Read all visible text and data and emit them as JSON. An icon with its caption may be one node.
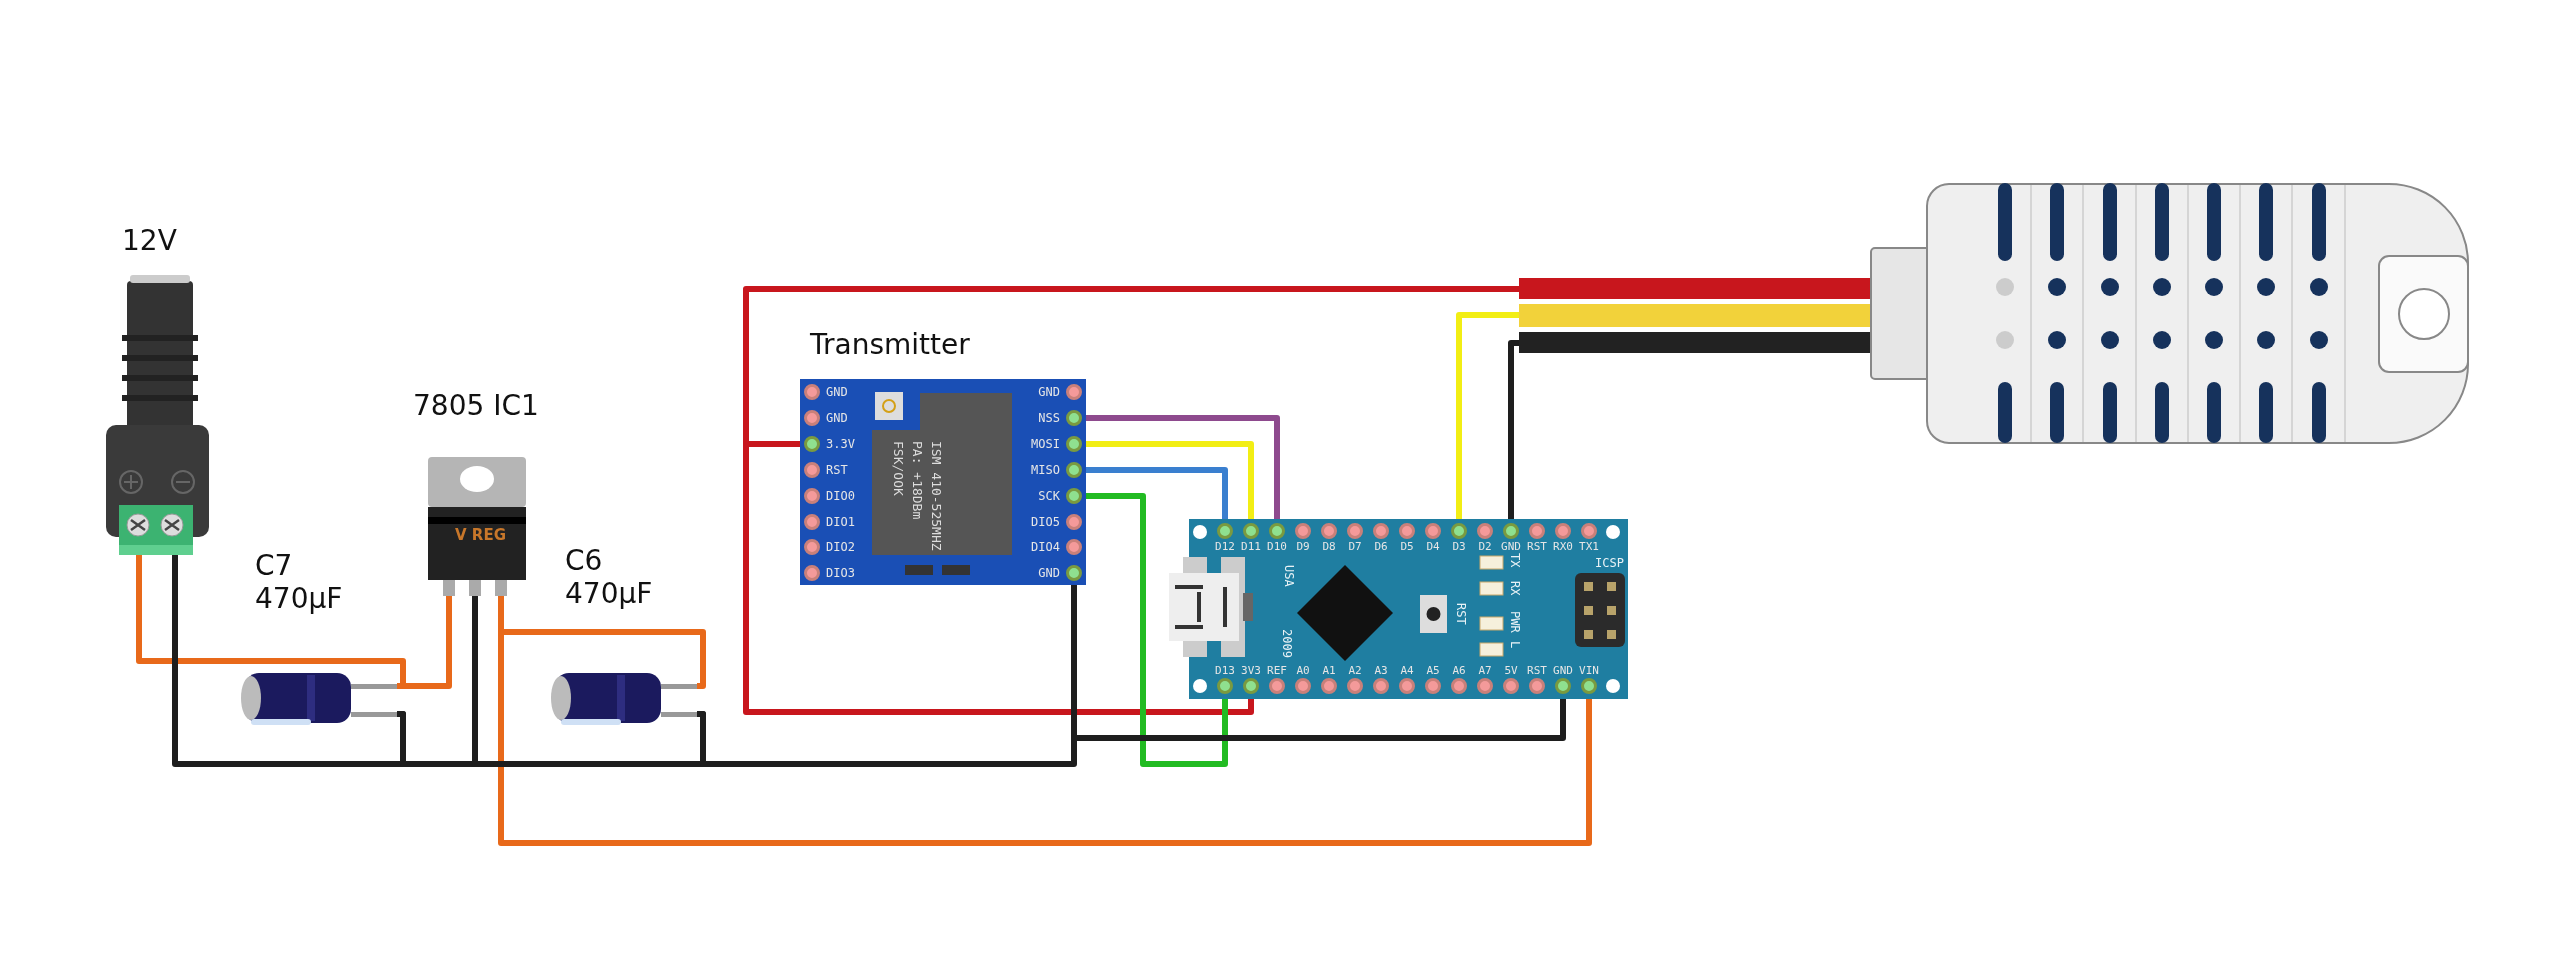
{
  "diagram": {
    "nodes": [
      {
        "text": [
          "12V"
        ]
      },
      {
        "text": [
          "C7",
          "470µF"
        ]
      },
      {
        "text": [
          "7805 IC1",
          "V REG"
        ]
      },
      {
        "text": [
          "C6",
          "470µF"
        ]
      },
      {
        "text": [
          "Transmitter",
          "ISM 410-525MHZ",
          "PA: +18DBm",
          "FSK/OOK"
        ]
      },
      {
        "text": [
          "GND"
        ],
        "in": 4
      },
      {
        "text": [
          "GND"
        ],
        "in": 4
      },
      {
        "text": [
          "3.3V"
        ],
        "in": 4
      },
      {
        "text": [
          "RST"
        ],
        "in": 4
      },
      {
        "text": [
          "DIO0"
        ],
        "in": 4
      },
      {
        "text": [
          "DIO1"
        ],
        "in": 4
      },
      {
        "text": [
          "DIO2"
        ],
        "in": 4
      },
      {
        "text": [
          "DIO3"
        ],
        "in": 4
      },
      {
        "text": [
          "GND"
        ],
        "in": 4
      },
      {
        "text": [
          "NSS"
        ],
        "in": 4
      },
      {
        "text": [
          "MOSI"
        ],
        "in": 4
      },
      {
        "text": [
          "MISO"
        ],
        "in": 4
      },
      {
        "text": [
          "SCK"
        ],
        "in": 4
      },
      {
        "text": [
          "DIO5"
        ],
        "in": 4
      },
      {
        "text": [
          "DIO4"
        ],
        "in": 4
      },
      {
        "text": [
          "GND"
        ],
        "in": 4
      },
      {
        "text": [
          "USA",
          "2009",
          "RST",
          "TX",
          "RX",
          "PWR",
          "L",
          "ICSP"
        ]
      },
      {
        "text": [
          "D12"
        ],
        "in": 21
      },
      {
        "text": [
          "D11"
        ],
        "in": 21
      },
      {
        "text": [
          "D10"
        ],
        "in": 21
      },
      {
        "text": [
          "D9"
        ],
        "in": 21
      },
      {
        "text": [
          "D8"
        ],
        "in": 21
      },
      {
        "text": [
          "D7"
        ],
        "in": 21
      },
      {
        "text": [
          "D6"
        ],
        "in": 21
      },
      {
        "text": [
          "D5"
        ],
        "in": 21
      },
      {
        "text": [
          "D4"
        ],
        "in": 21
      },
      {
        "text": [
          "D3"
        ],
        "in": 21
      },
      {
        "text": [
          "D2"
        ],
        "in": 21
      },
      {
        "text": [
          "GND"
        ],
        "in": 21
      },
      {
        "text": [
          "RST"
        ],
        "in": 21
      },
      {
        "text": [
          "RX0"
        ],
        "in": 21
      },
      {
        "text": [
          "TX1"
        ],
        "in": 21
      },
      {
        "text": [
          "D13"
        ],
        "in": 21
      },
      {
        "text": [
          "3V3"
        ],
        "in": 21
      },
      {
        "text": [
          "REF"
        ],
        "in": 21
      },
      {
        "text": [
          "A0"
        ],
        "in": 21
      },
      {
        "text": [
          "A1"
        ],
        "in": 21
      },
      {
        "text": [
          "A2"
        ],
        "in": 21
      },
      {
        "text": [
          "A3"
        ],
        "in": 21
      },
      {
        "text": [
          "A4"
        ],
        "in": 21
      },
      {
        "text": [
          "A5"
        ],
        "in": 21
      },
      {
        "text": [
          "A6"
        ],
        "in": 21
      },
      {
        "text": [
          "A7"
        ],
        "in": 21
      },
      {
        "text": [
          "5V"
        ],
        "in": 21
      },
      {
        "text": [
          "RST"
        ],
        "in": 21
      },
      {
        "text": [
          "GND"
        ],
        "in": 21
      },
      {
        "text": [
          "VIN"
        ],
        "in": 21
      },
      {
        "text": [],
        "shape": "picture"
      }
    ],
    "edges": [
      {
        "from": 52,
        "to": 7,
        "arrow": "none",
        "color": "#c8161d"
      },
      {
        "from": 7,
        "to": 38,
        "arrow": "none",
        "color": "#c8161d"
      },
      {
        "from": 52,
        "to": 31,
        "arrow": "none",
        "color": "#f2ee14"
      },
      {
        "from": 52,
        "to": 33,
        "arrow": "none"
      },
      {
        "from": 14,
        "to": 24,
        "arrow": "none",
        "color": "#8e4a8e"
      },
      {
        "from": 15,
        "to": 23,
        "arrow": "none",
        "color": "#f2ee14"
      },
      {
        "from": 16,
        "to": 22,
        "arrow": "none",
        "color": "#3a7fcf"
      },
      {
        "from": 17,
        "to": 37,
        "arrow": "none",
        "color": "#22bb22"
      },
      {
        "from": 20,
        "to": 50,
        "arrow": "none"
      },
      {
        "from": 0,
        "to": 1,
        "arrow": "none",
        "color": "#e8691a"
      },
      {
        "from": 1,
        "to": 2,
        "arrow": "none",
        "color": "#e8691a"
      },
      {
        "from": 2,
        "to": 3,
        "arrow": "none",
        "color": "#e8691a"
      },
      {
        "from": 2,
        "to": 51,
        "arrow": "none",
        "color": "#e8691a"
      },
      {
        "from": 0,
        "to": 1,
        "arrow": "none"
      },
      {
        "from": 1,
        "to": 2,
        "arrow": "none"
      },
      {
        "from": 2,
        "to": 3,
        "arrow": "none"
      },
      {
        "from": 3,
        "to": 20,
        "arrow": "none"
      }
    ]
  }
}
